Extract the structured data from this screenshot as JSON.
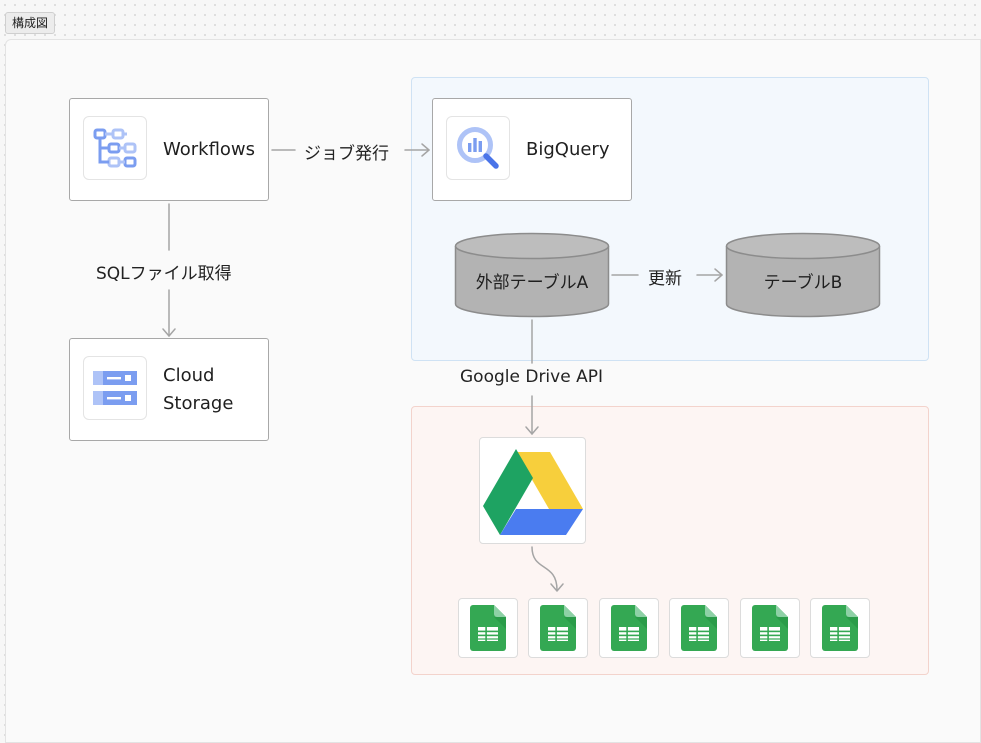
{
  "tab": {
    "title": "構成図"
  },
  "nodes": {
    "workflows": {
      "label": "Workflows"
    },
    "cloud_storage": {
      "label_line1": "Cloud",
      "label_line2": "Storage"
    },
    "bigquery": {
      "label": "BigQuery"
    },
    "external_table": {
      "label": "外部テーブルA"
    },
    "table_b": {
      "label": "テーブルB"
    }
  },
  "edges": {
    "job_exec": "ジョブ発行",
    "sql_fetch": "SQLファイル取得",
    "update": "更新",
    "drive_api": "Google Drive API"
  },
  "colors": {
    "bigquery_region": "#f3f8fd",
    "drive_region": "#fdf5f3",
    "cylinder": "#b3b3b3",
    "sheets_green": "#34a853"
  },
  "icons": {
    "workflows": "workflows-icon",
    "cloud_storage": "cloud-storage-icon",
    "bigquery": "bigquery-icon",
    "drive": "google-drive-icon",
    "sheets": "google-sheets-icon"
  },
  "sheets_count": 6
}
